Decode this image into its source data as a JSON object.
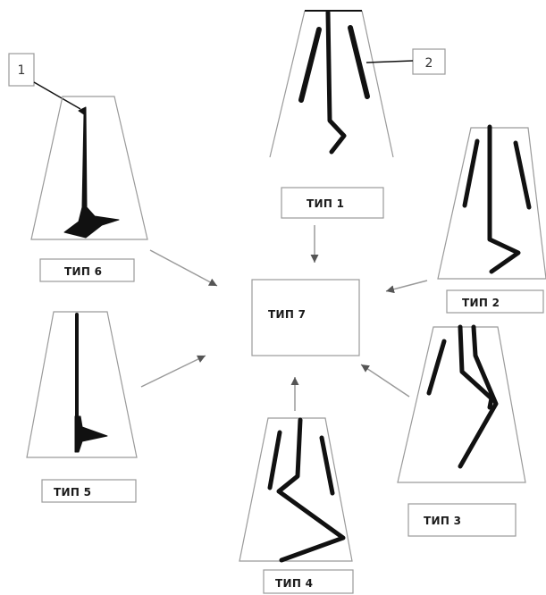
{
  "labels": {
    "type1": "ТИП 1",
    "type2": "ТИП 2",
    "type3": "ТИП 3",
    "type4": "ТИП 4",
    "type5": "ТИП 5",
    "type6": "ТИП 6",
    "type7": "ТИП 7"
  },
  "callouts": {
    "c1": "1",
    "c2": "2"
  }
}
